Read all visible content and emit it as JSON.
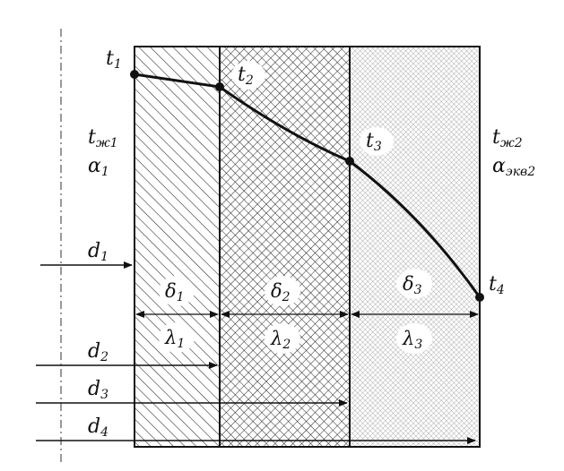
{
  "points": {
    "t1": {
      "main": "t",
      "sub": "1"
    },
    "t2": {
      "main": "t",
      "sub": "2"
    },
    "t3": {
      "main": "t",
      "sub": "3"
    },
    "t4": {
      "main": "t",
      "sub": "4"
    }
  },
  "left_fluid": {
    "temp": {
      "main": "t",
      "sub": "ж1"
    },
    "coef": {
      "main": "α",
      "sub": "1"
    }
  },
  "right_fluid": {
    "temp": {
      "main": "t",
      "sub": "ж2"
    },
    "coef": {
      "main": "α",
      "sub": "экв2"
    }
  },
  "layers": [
    {
      "thickness": {
        "main": "δ",
        "sub": "1"
      },
      "conductivity": {
        "main": "λ",
        "sub": "1"
      }
    },
    {
      "thickness": {
        "main": "δ",
        "sub": "2"
      },
      "conductivity": {
        "main": "λ",
        "sub": "2"
      }
    },
    {
      "thickness": {
        "main": "δ",
        "sub": "3"
      },
      "conductivity": {
        "main": "λ",
        "sub": "3"
      }
    }
  ],
  "diameters": [
    {
      "main": "d",
      "sub": "1"
    },
    {
      "main": "d",
      "sub": "2"
    },
    {
      "main": "d",
      "sub": "3"
    },
    {
      "main": "d",
      "sub": "4"
    }
  ]
}
